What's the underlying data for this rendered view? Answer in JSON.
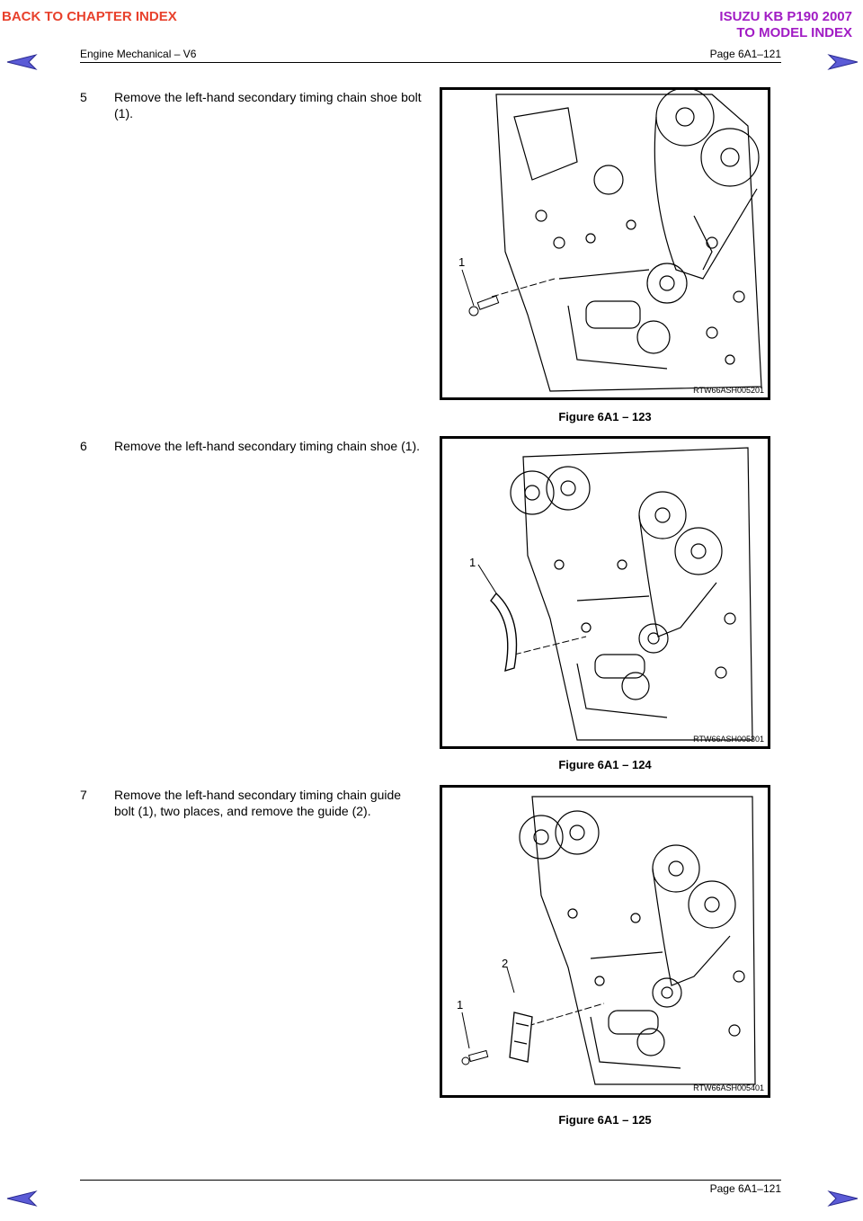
{
  "nav": {
    "back_to_chapter": "BACK TO CHAPTER INDEX",
    "model_title": "ISUZU KB P190 2007",
    "to_model_index": "TO MODEL INDEX",
    "arrow_color": "#5b5bd6",
    "chapter_color": "#e8412c",
    "model_color": "#a11cc4"
  },
  "header": {
    "section": "Engine Mechanical – V6",
    "page": "Page 6A1–121"
  },
  "footer": {
    "page": "Page 6A1–121"
  },
  "steps": [
    {
      "number": "5",
      "text": "Remove the left-hand secondary timing chain shoe bolt (1).",
      "figure_code": "RTW66ASH005201",
      "caption": "Figure 6A1 – 123",
      "callouts": [
        "1"
      ]
    },
    {
      "number": "6",
      "text": "Remove the left-hand secondary timing chain shoe (1).",
      "figure_code": "RTW66ASH005301",
      "caption": "Figure 6A1 – 124",
      "callouts": [
        "1"
      ]
    },
    {
      "number": "7",
      "text": "Remove the left-hand secondary timing chain guide bolt (1), two places, and remove the guide (2).",
      "figure_code": "RTW66ASH005401",
      "caption": "Figure 6A1 – 125",
      "callouts": [
        "1",
        "2"
      ]
    }
  ]
}
